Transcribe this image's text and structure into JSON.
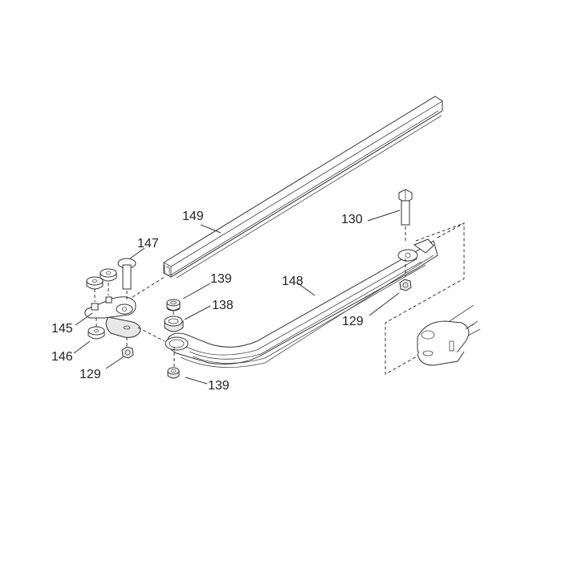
{
  "diagram": {
    "type": "exploded parts diagram",
    "parts": [
      {
        "id": "149",
        "label": "149",
        "description": "rail / track profile"
      },
      {
        "id": "130",
        "label": "130",
        "description": "hex bolt"
      },
      {
        "id": "147",
        "label": "147",
        "description": "carriage bolt / pin"
      },
      {
        "id": "139a",
        "label": "139",
        "description": "bushing (top)"
      },
      {
        "id": "148",
        "label": "148",
        "description": "curved arm"
      },
      {
        "id": "138",
        "label": "138",
        "description": "bearing"
      },
      {
        "id": "145",
        "label": "145",
        "description": "bracket"
      },
      {
        "id": "129b",
        "label": "129",
        "description": "lock nut (arm end)"
      },
      {
        "id": "146",
        "label": "146",
        "description": "washer / spacer"
      },
      {
        "id": "129a",
        "label": "129",
        "description": "lock nut (bracket)"
      },
      {
        "id": "139b",
        "label": "139",
        "description": "bushing (bottom)"
      }
    ],
    "detail_inset": {
      "description": "clevis end of operator arm (dashed box)"
    }
  }
}
